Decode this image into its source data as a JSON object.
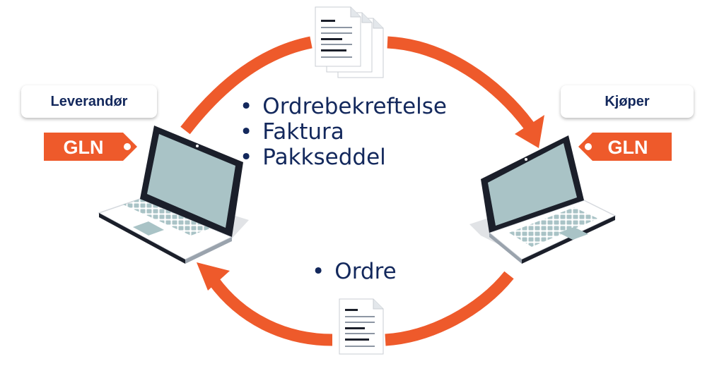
{
  "supplier": {
    "label": "Leverandør",
    "tag": "GLN"
  },
  "buyer": {
    "label": "Kjøper",
    "tag": "GLN"
  },
  "to_buyer_documents": [
    "Ordrebekreftelse",
    "Faktura",
    "Pakkseddel"
  ],
  "to_supplier_documents": [
    "Ordre"
  ],
  "colors": {
    "accent": "#ee5a2b",
    "text": "#13285c",
    "screen": "#a9c3c6",
    "frame": "#1b1f2a"
  }
}
